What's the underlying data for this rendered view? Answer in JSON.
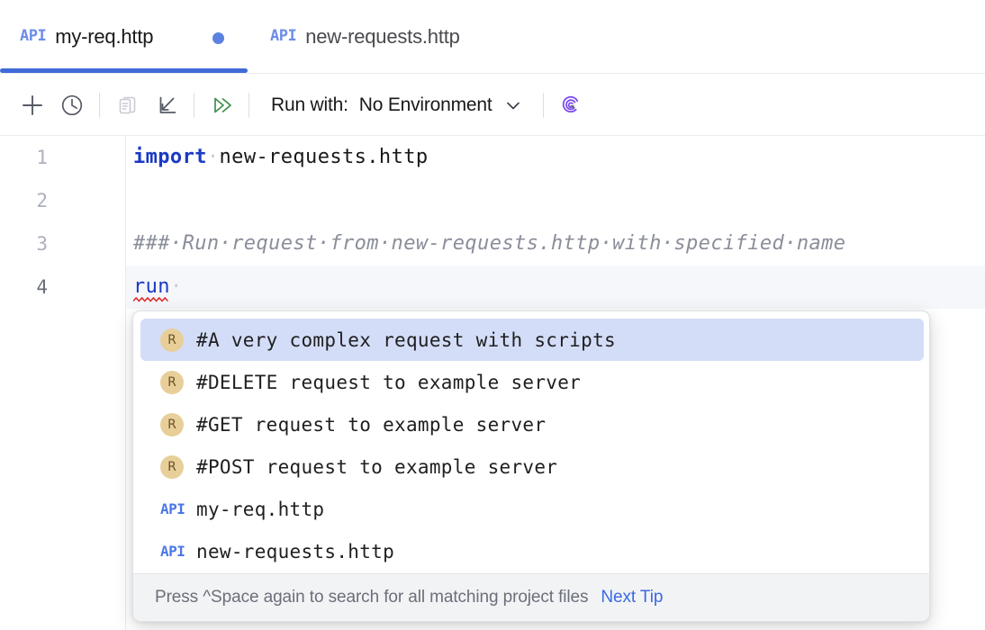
{
  "tabs": [
    {
      "badge": "API",
      "title": "my-req.http",
      "modified": true,
      "active": true
    },
    {
      "badge": "API",
      "title": "new-requests.http",
      "modified": false,
      "active": false
    }
  ],
  "toolbar": {
    "icons": [
      {
        "name": "add-request-icon",
        "glyph": "plus"
      },
      {
        "name": "history-icon",
        "glyph": "clock"
      },
      {
        "name": "copy-document-icon",
        "glyph": "documents",
        "disabled": true
      },
      {
        "name": "import-icon",
        "glyph": "import-arrow"
      },
      {
        "name": "run-all-icon",
        "glyph": "double-chevron-right"
      }
    ],
    "run_with_label": "Run with:",
    "run_with_value": "No Environment",
    "dropdown_icon": "chevron-down-icon",
    "ai_assistant_icon": "ai-spiral-icon",
    "accent_color": "#3f6ad8",
    "run_icon_color": "#3f8f4a",
    "ai_icon_color": "#7b4df0"
  },
  "editor": {
    "lines": [
      {
        "number": "1",
        "current": false,
        "segments": [
          {
            "text": "import",
            "type": "keyword"
          },
          {
            "text": "·",
            "type": "ws"
          },
          {
            "text": "new-requests.http",
            "type": "plain"
          }
        ]
      },
      {
        "number": "2",
        "current": false,
        "segments": []
      },
      {
        "number": "3",
        "current": false,
        "segments": [
          {
            "text": "###·Run·request·from·new-requests.http·with·specified·name",
            "type": "comment"
          }
        ]
      },
      {
        "number": "4",
        "current": true,
        "segments": [
          {
            "text": "run",
            "type": "error-word"
          },
          {
            "text": "·",
            "type": "ws"
          }
        ]
      }
    ]
  },
  "completion_popup": {
    "items": [
      {
        "icon": "request-icon",
        "icon_letter": "R",
        "label": "#A very complex request with scripts",
        "selected": true
      },
      {
        "icon": "request-icon",
        "icon_letter": "R",
        "label": "#DELETE request to example server",
        "selected": false
      },
      {
        "icon": "request-icon",
        "icon_letter": "R",
        "label": "#GET request to example server",
        "selected": false
      },
      {
        "icon": "request-icon",
        "icon_letter": "R",
        "label": "#POST request to example server",
        "selected": false
      },
      {
        "icon": "api-file-icon",
        "icon_letter": "API",
        "label": "my-req.http",
        "selected": false
      },
      {
        "icon": "api-file-icon",
        "icon_letter": "API",
        "label": "new-requests.http",
        "selected": false
      }
    ],
    "footer_text": "Press ^Space again to search for all matching project files",
    "footer_link": "Next Tip",
    "selected_bg": "#d4ddf7",
    "request_icon_bg": "#e8cf99"
  }
}
